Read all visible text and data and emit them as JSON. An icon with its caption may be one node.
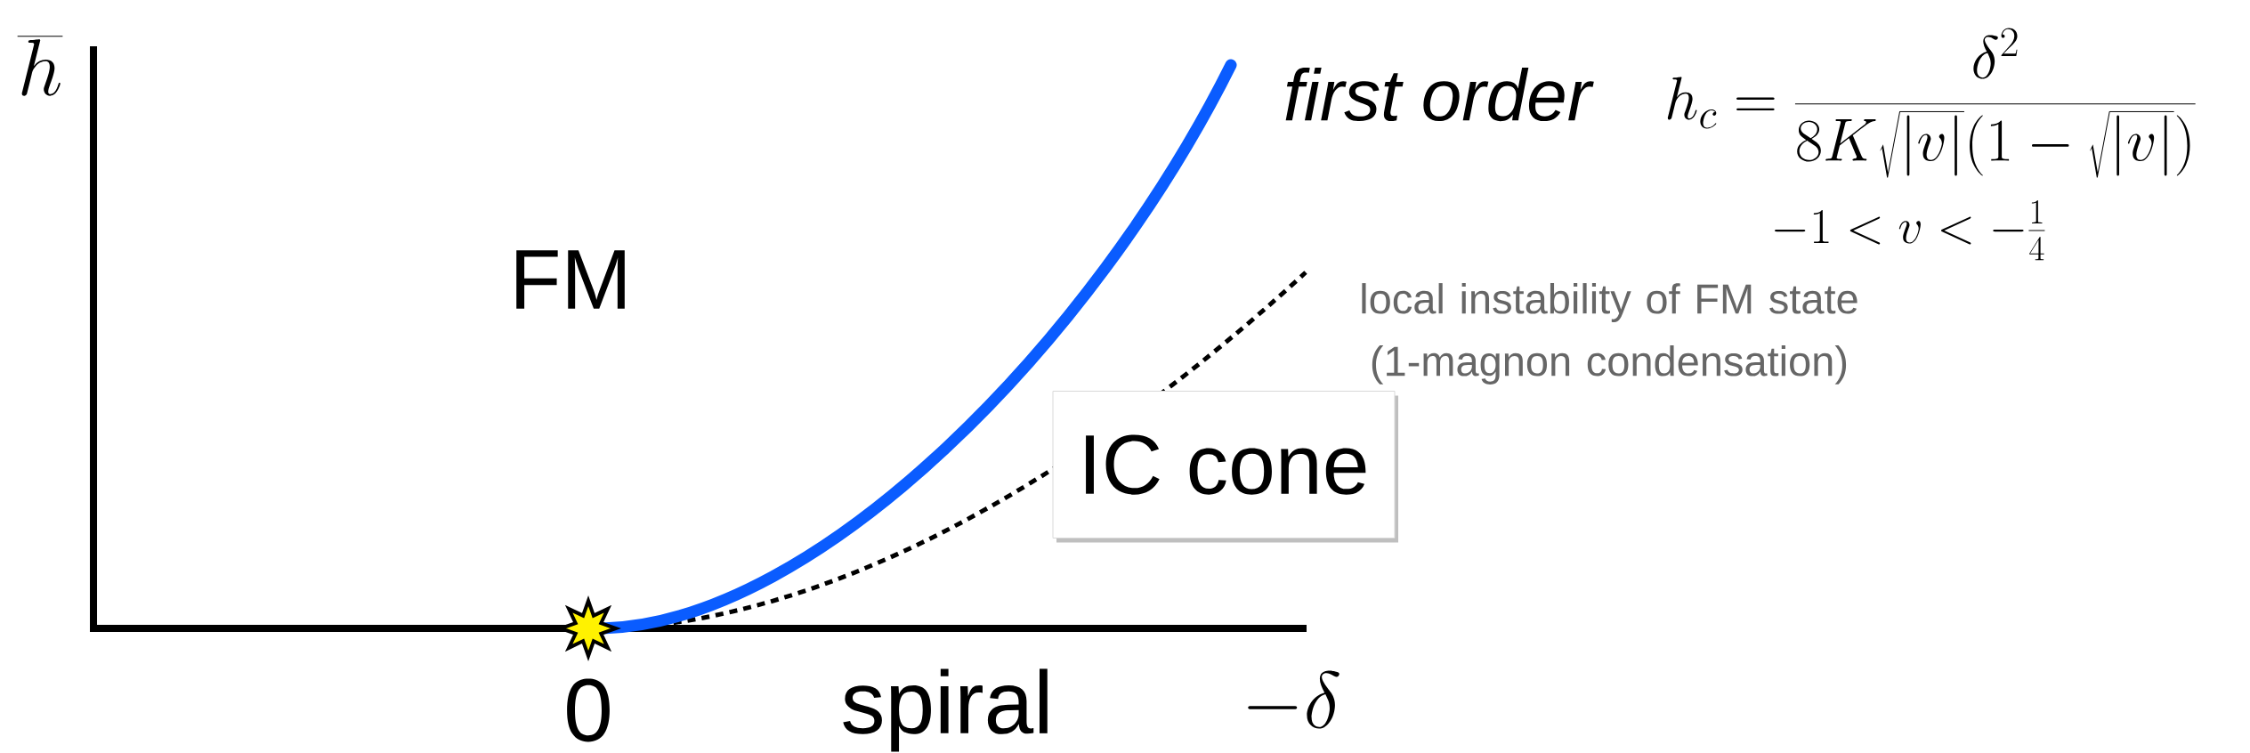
{
  "diagram": {
    "nodes": [
      {
        "text": [
          "IC cone"
        ]
      },
      {
        "text": [],
        "shape": "star"
      }
    ],
    "labels": [
      "\\overline{h}",
      "FM",
      "first order",
      "h_c = \\frac{\\delta^2}{8K\\sqrt{|v|}(1-\\sqrt{|v|})}",
      "-1 < v < -\\frac{1}{4}",
      "local instability of FM state (1-magnon condensation)",
      "0",
      "spiral",
      "-\\delta"
    ]
  }
}
